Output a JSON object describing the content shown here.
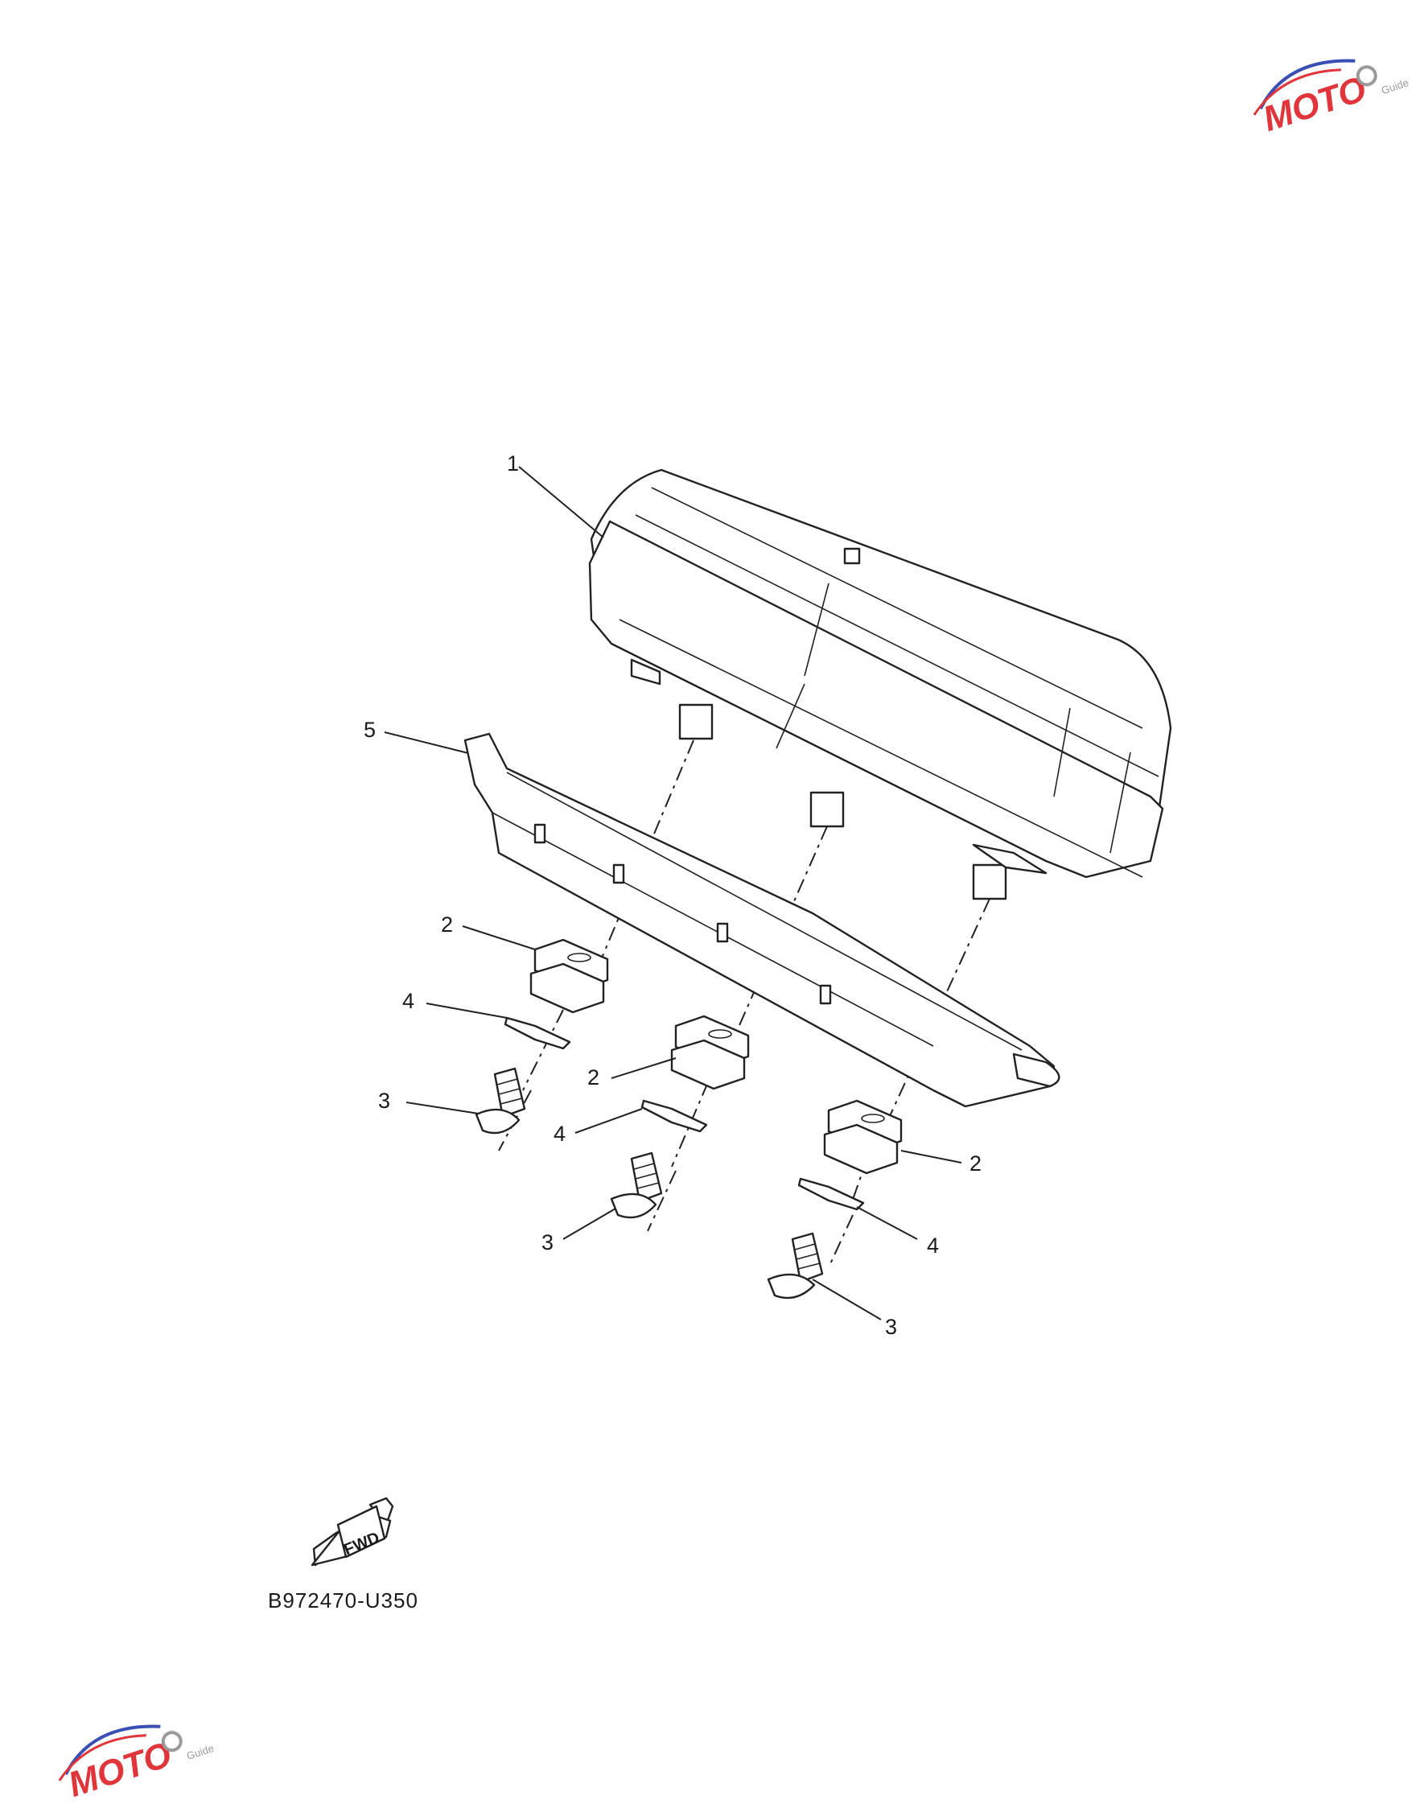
{
  "diagram": {
    "callouts": {
      "meter_assembly": "1",
      "damper_a": "2",
      "damper_b": "2",
      "damper_c": "2",
      "screw_a": "3",
      "screw_b": "3",
      "screw_c": "3",
      "washer_a": "4",
      "washer_b": "4",
      "washer_c": "4",
      "bracket": "5"
    },
    "fwd_label": "FWD",
    "diagram_code": "B972470-U350"
  },
  "watermark": {
    "text": "MOTO",
    "subtext": "Guide",
    "colors": {
      "red": "#e0353a",
      "blue": "#3a4fb3",
      "gray": "#9a9a9a"
    }
  }
}
